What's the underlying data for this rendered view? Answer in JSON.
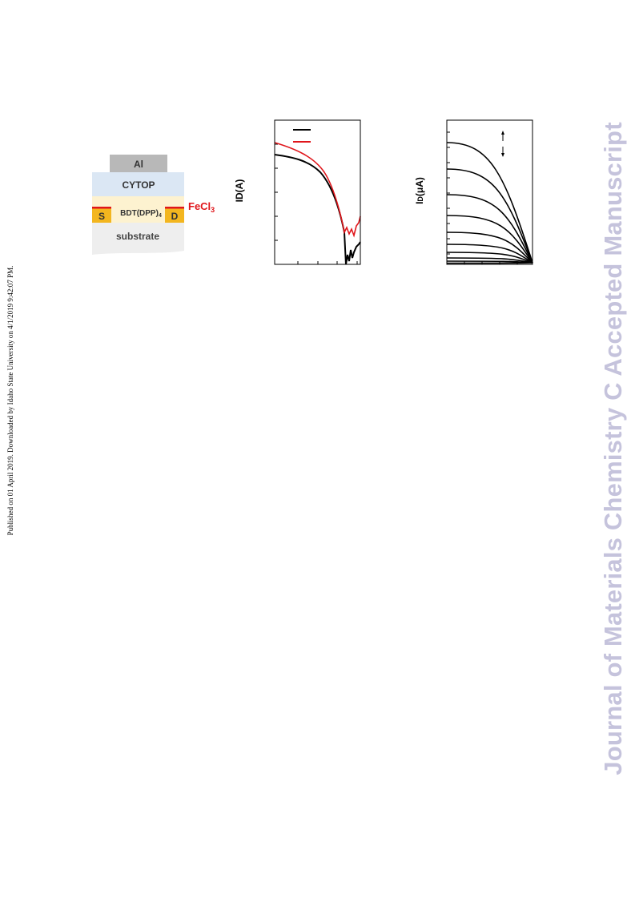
{
  "side_note": "Published on 01 April 2019. Downloaded by Idaho State University on 4/1/2019 9:42:07 PM.",
  "watermark": "Journal of Materials Chemistry C Accepted Manuscript",
  "device": {
    "top_electrode": "Al",
    "dielectric": "CYTOP",
    "semiconductor": "BDT(DPP)",
    "semiconductor_sub": "4",
    "source": "S",
    "drain": "D",
    "dopant": "FeCl",
    "dopant_sub": "3",
    "substrate": "substrate",
    "colors": {
      "al": "#b8b8b8",
      "cytop": "#dbe7f4",
      "semiconductor": "#fdf2d0",
      "electrode": "#f3b61f",
      "dopant": "#e0161b",
      "substrate": "#eeeeee"
    }
  },
  "chart_data": [
    {
      "type": "line",
      "ylabel": "I",
      "ylabel_sub": "D",
      "ylabel_unit": "(A)",
      "series_colors": [
        "#000000",
        "#e0161b"
      ],
      "legend": "top-left"
    },
    {
      "type": "line",
      "ylabel": "I",
      "ylabel_sub": "D",
      "ylabel_unit": "(μA)",
      "curve_count": 10,
      "series_colors": [
        "#000000"
      ]
    }
  ]
}
